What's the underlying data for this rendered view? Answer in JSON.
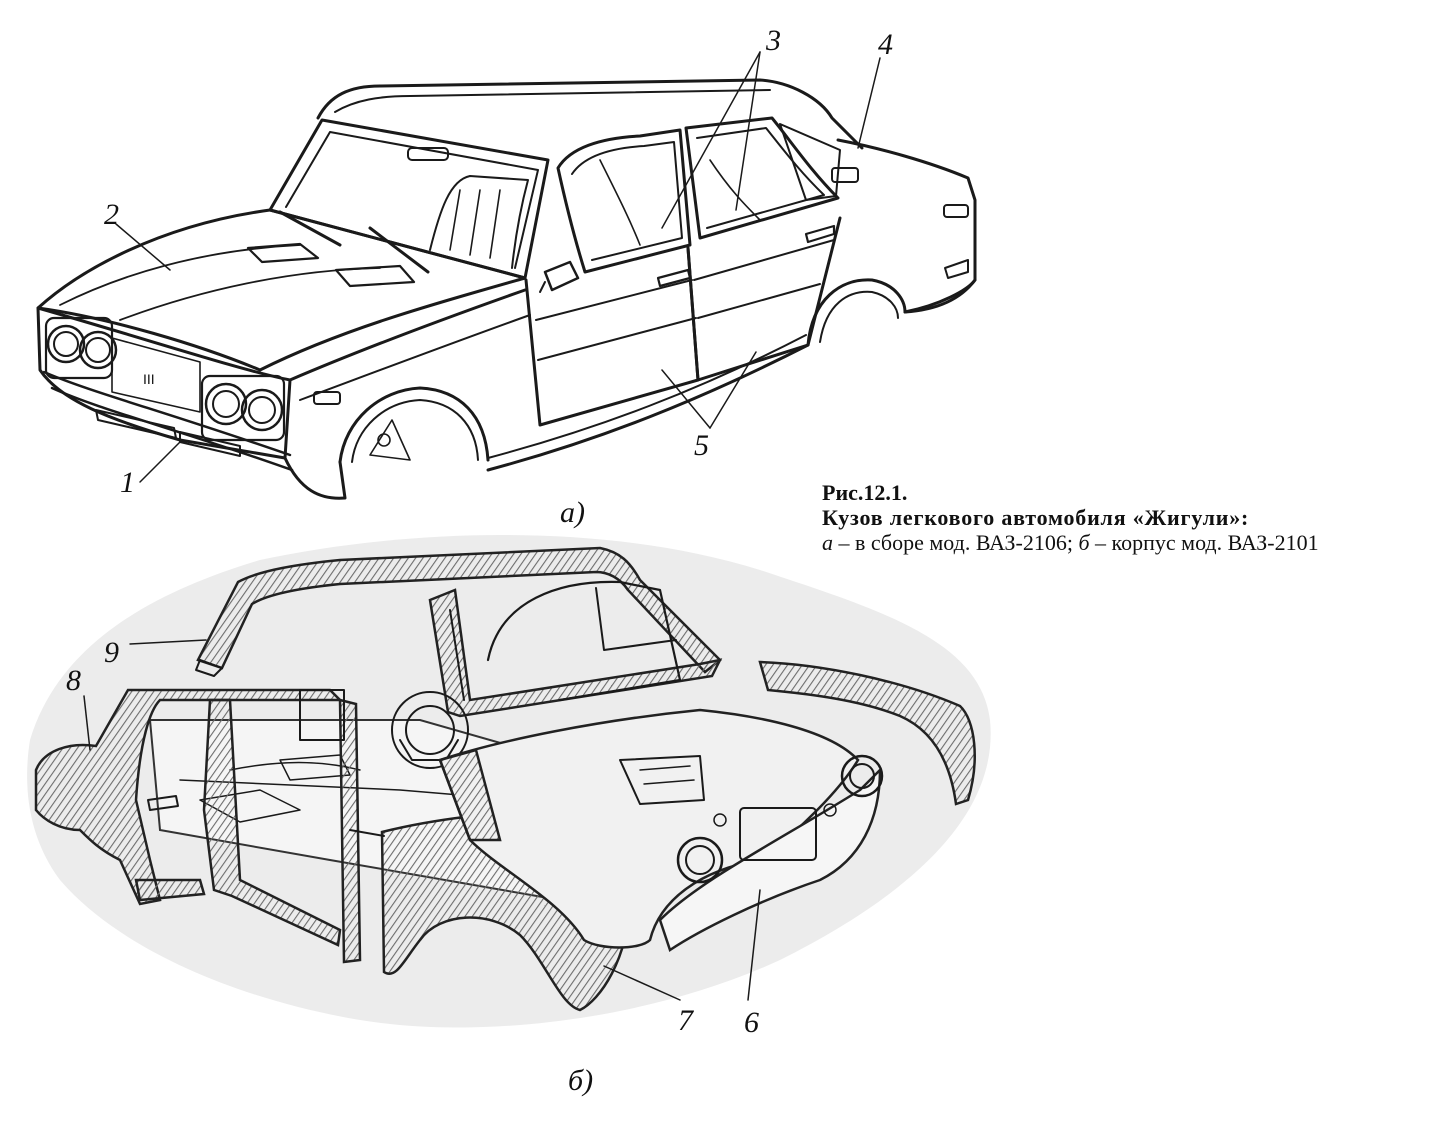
{
  "figure": {
    "caption_number": "Рис.12.1.",
    "caption_title": "Кузов легкового автомобиля «Жигули»:",
    "caption_a_label": "а",
    "caption_a_text": " – в сборе мод. ВАЗ-2106; ",
    "caption_b_label": "б",
    "caption_b_text": " – корпус мод. ВАЗ-2101",
    "subfigure_a_label": "а)",
    "subfigure_b_label": "б)"
  },
  "callouts": {
    "c1": "1",
    "c2": "2",
    "c3": "3",
    "c4": "4",
    "c5": "5",
    "c6": "6",
    "c7": "7",
    "c8": "8",
    "c9": "9"
  },
  "badge": "III"
}
